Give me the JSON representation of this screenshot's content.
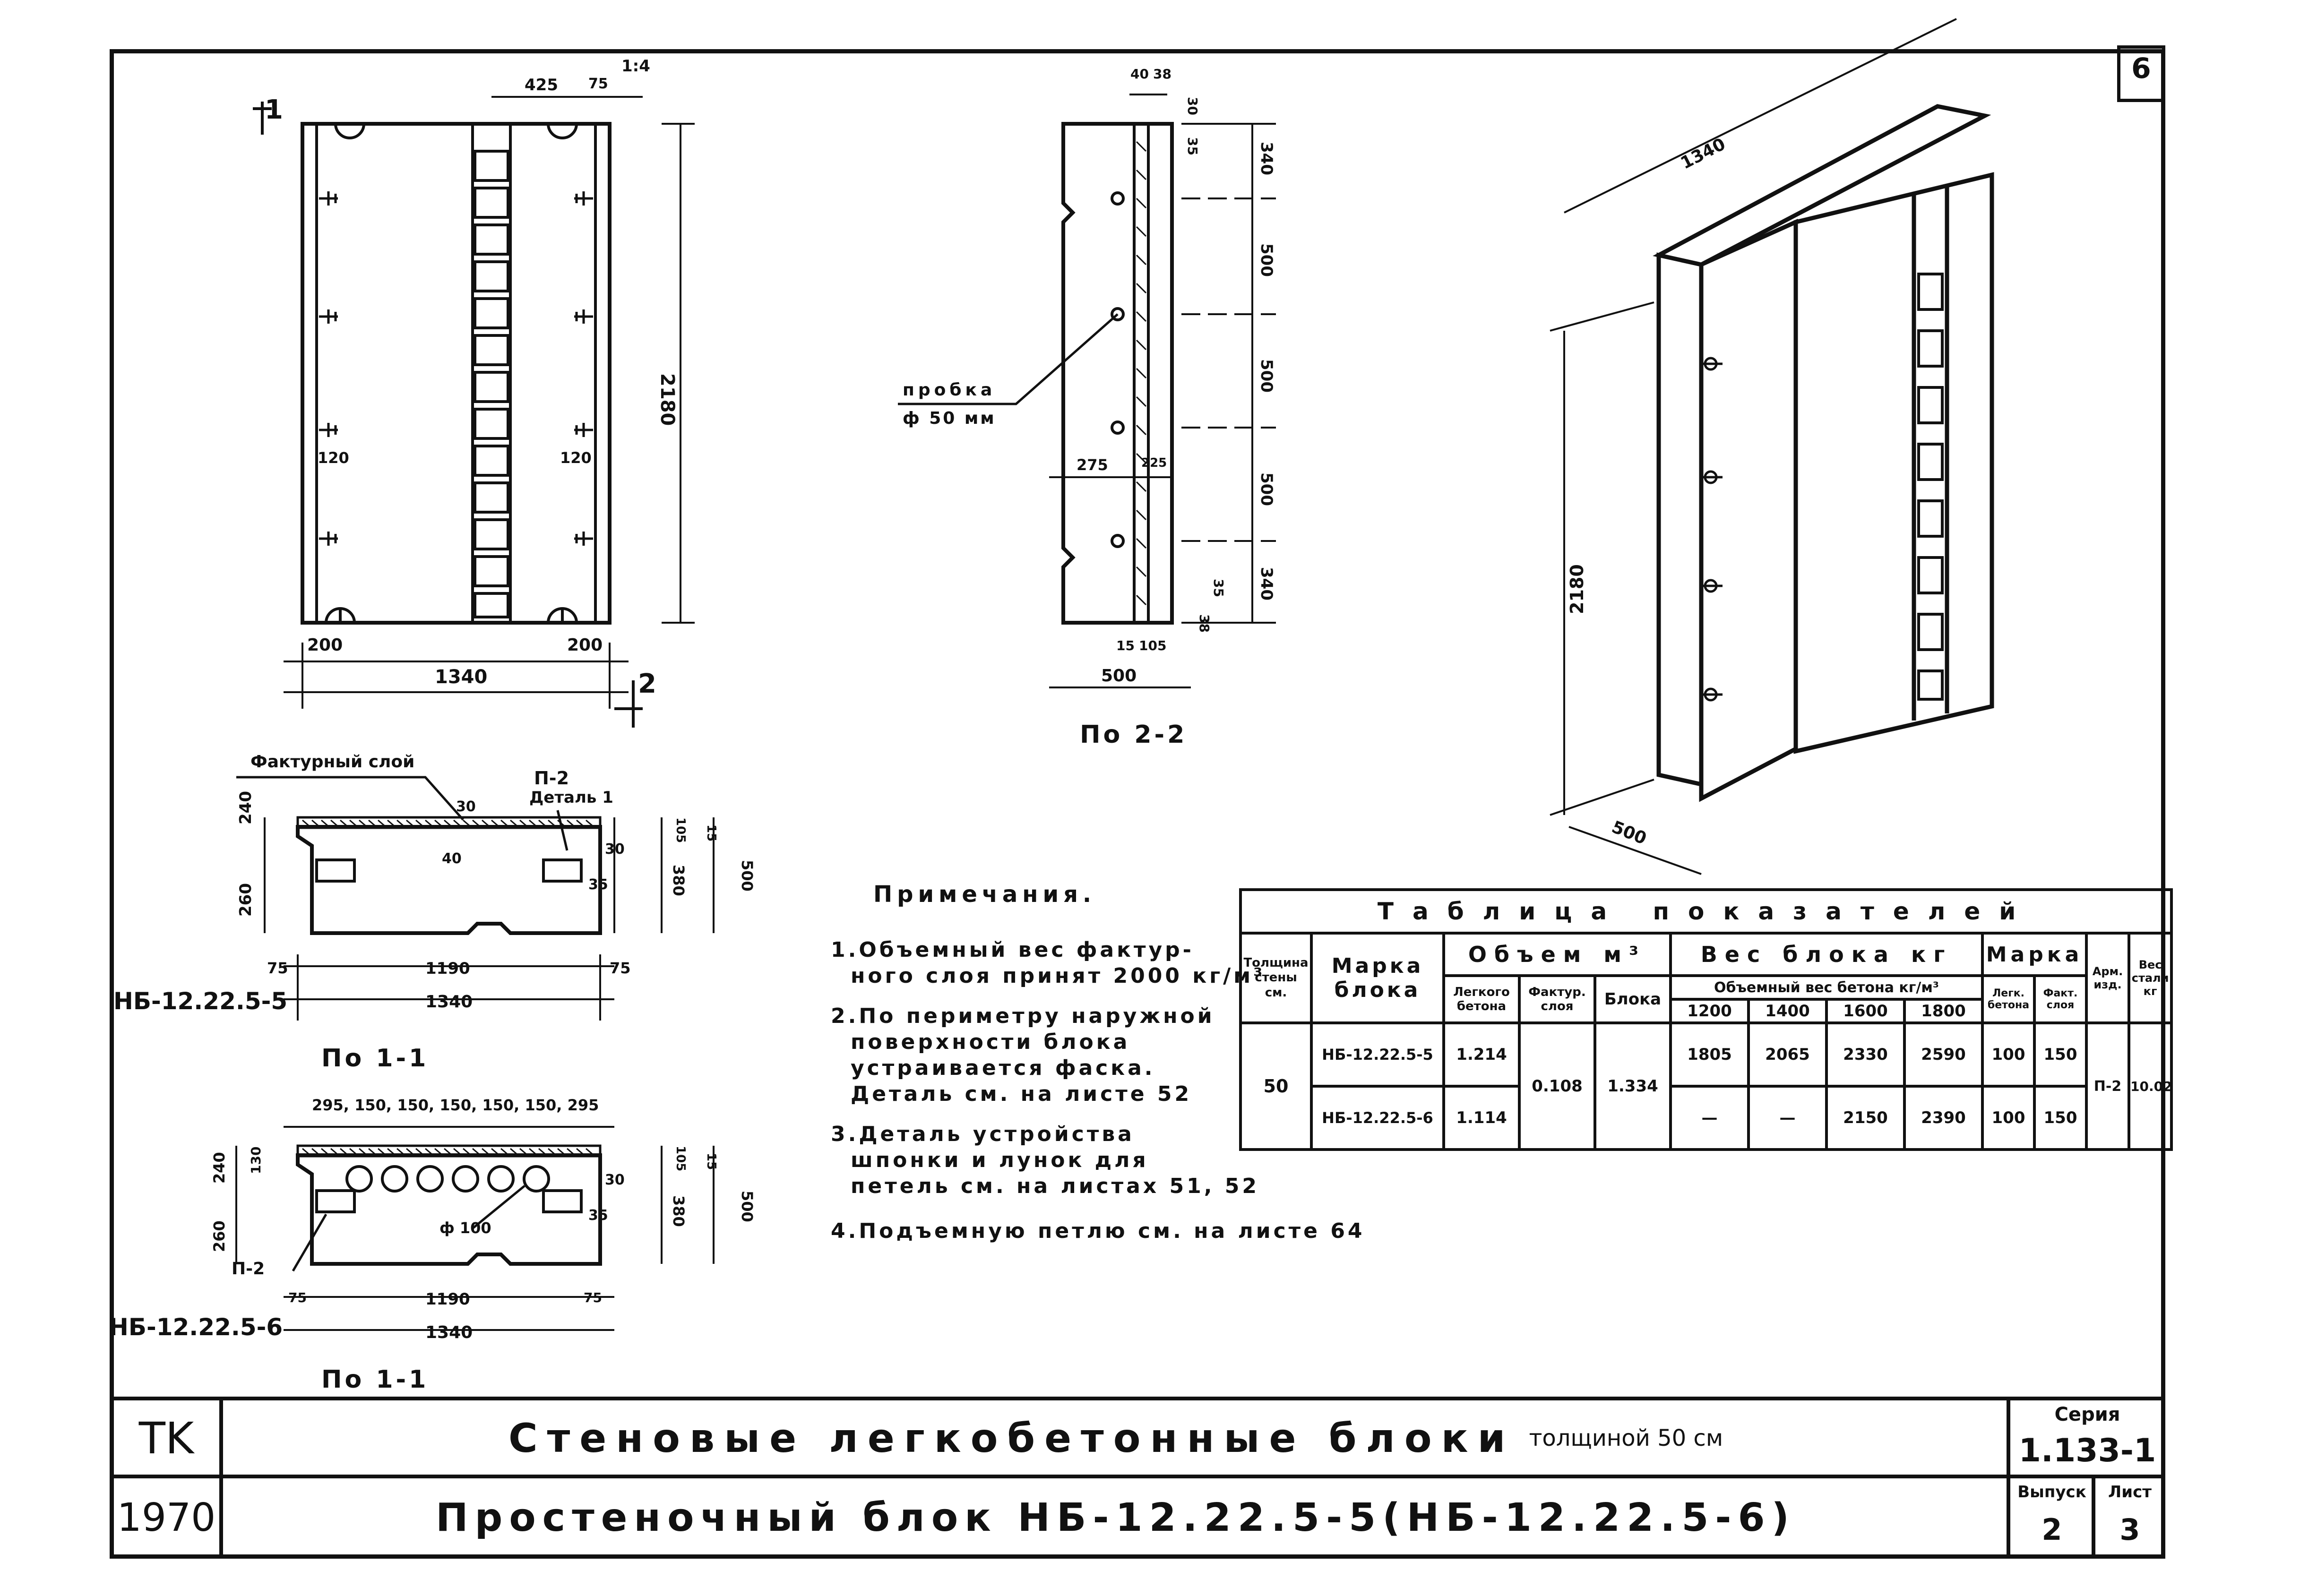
{
  "sheet": {
    "corner_mark": "6",
    "stamp_tk": "TK",
    "year": "1970",
    "title_main": "Стеновые легкобетонные блоки",
    "title_suffix": "толщиной 50 см",
    "subtitle": "Простеночный блок НБ-12.22.5-5(НБ-12.22.5-6)",
    "series_label": "Серия",
    "series_value": "1.133-1",
    "issue_label": "Выпуск",
    "issue_value": "2",
    "sheet_label": "Лист",
    "sheet_value": "3"
  },
  "drawings": {
    "front_view": {
      "section_mark_top": "1",
      "section_mark_bottom": "2",
      "dim_top": "425",
      "dim_top2": "75",
      "dim_top_angle": "1:4",
      "dim_height": "2180",
      "dim_120_left": "120",
      "dim_120_right": "120",
      "dim_200_left": "200",
      "dim_200_right": "200",
      "dim_width": "1340"
    },
    "side_view": {
      "dim_top_a": "40",
      "dim_top_b": "38",
      "dim_30": "30",
      "dim_35_top": "35",
      "dim_340_top": "340",
      "dim_500_a": "500",
      "dim_500_b": "500",
      "dim_500_c": "500",
      "dim_340_bottom": "340",
      "dim_38_bottom": "38",
      "dim_35_bottom": "35",
      "dim_275": "275",
      "dim_225": "225",
      "dim_15": "15",
      "dim_105": "105",
      "dim_500_width": "500",
      "plug_label_1": "пробка",
      "plug_label_2": "ф 50 мм",
      "caption": "По 2-2"
    },
    "section_a": {
      "texture_layer": "Фактурный слой",
      "detail_mark": "П-2",
      "detail_label": "Деталь 1",
      "dim_240": "240",
      "dim_260": "260",
      "dim_40": "40",
      "dim_30a": "30",
      "dim_30b": "30",
      "dim_35": "35",
      "dim_105": "105",
      "dim_15": "15",
      "dim_380": "380",
      "dim_500": "500",
      "dim_75_left": "75",
      "dim_1190": "1190",
      "dim_75_right": "75",
      "dim_1340": "1340",
      "mark": "НБ-12.22.5-5",
      "caption": "По 1-1"
    },
    "section_b": {
      "dim_top_row": "295, 150, 150, 150, 150, 150, 295",
      "dim_130": "130",
      "dim_240": "240",
      "dim_260": "260",
      "dim_30": "30",
      "dim_35": "35",
      "dim_105": "105",
      "dim_15": "15",
      "dim_380": "380",
      "dim_500": "500",
      "hole_label": "ф 100",
      "detail_mark": "П-2",
      "dim_75_left": "75",
      "dim_1190": "1190",
      "dim_75_right": "75",
      "dim_1340": "1340",
      "mark": "НБ-12.22.5-6",
      "caption": "По 1-1"
    },
    "axonometric": {
      "dim_length": "1340",
      "dim_height": "2180",
      "dim_depth": "500"
    }
  },
  "notes": {
    "heading": "Примечания.",
    "lines": [
      "1.Объемный вес фактур-",
      "ного слоя принят 2000 кг/м³",
      "2.По периметру наружной",
      "поверхности блока",
      "устраивается фаска.",
      "Деталь см. на листе 52",
      "3.Деталь устройства",
      "шпонки и лунок для",
      "петель см. на листах 51, 52",
      "4.Подъемную петлю см. на листе 64"
    ]
  },
  "table": {
    "title": "Таблица показателей",
    "h_wall": "Толщина стены см.",
    "h_mark": "Марка блока",
    "h_volume": "Объем м³",
    "h_weight": "Вес блока кг",
    "h_grade": "Марка",
    "h_arm": "Арм. изд.",
    "h_steel": "Вес стали кг",
    "h_vol_light": "Легкого бетона",
    "h_vol_text": "Фактур. слоя",
    "h_vol_block": "Блока",
    "h_weight_sub": "Объемный вес бетона кг/м³",
    "h_w1200": "1200",
    "h_w1400": "1400",
    "h_w1600": "1600",
    "h_w1800": "1800",
    "h_g_light": "Легк. бетона",
    "h_g_text": "Факт. слоя",
    "wall": "50",
    "vol_text": "0.108",
    "vol_block": "1.334",
    "arm": "П-2",
    "steel": "10.02",
    "rows": [
      {
        "mark": "НБ-12.22.5-5",
        "vol_light": "1.214",
        "w1200": "1805",
        "w1400": "2065",
        "w1600": "2330",
        "w1800": "2590",
        "g_light": "100",
        "g_text": "150"
      },
      {
        "mark": "НБ-12.22.5-6",
        "vol_light": "1.114",
        "w1200": "—",
        "w1400": "—",
        "w1600": "2150",
        "w1800": "2390",
        "g_light": "100",
        "g_text": "150"
      }
    ]
  }
}
